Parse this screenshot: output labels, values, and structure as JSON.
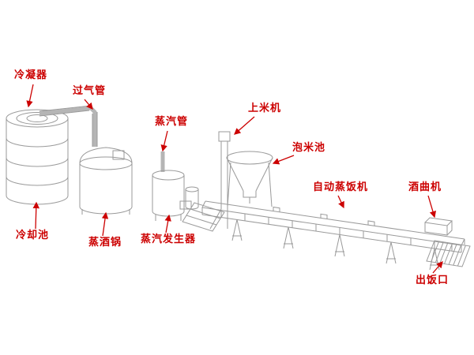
{
  "diagram": {
    "type": "equipment-line-drawing",
    "subject": "rice wine brewing production line"
  },
  "labels": {
    "condenser": "冷凝器",
    "gas_pipe": "过气管",
    "steam_pipe": "蒸汽管",
    "rice_feeder": "上米机",
    "rice_soaking_pool": "泡米池",
    "auto_rice_steamer": "自动蒸饭机",
    "yeast_machine": "酒曲机",
    "cooling_pool": "冷却池",
    "wine_steaming_pot": "蒸酒锅",
    "steam_generator": "蒸汽发生器",
    "rice_outlet": "出饭口"
  },
  "colors": {
    "label_text": "#cc0000",
    "arrow": "#cc0000",
    "line_art": "#9a9a9a",
    "background": "#ffffff"
  }
}
